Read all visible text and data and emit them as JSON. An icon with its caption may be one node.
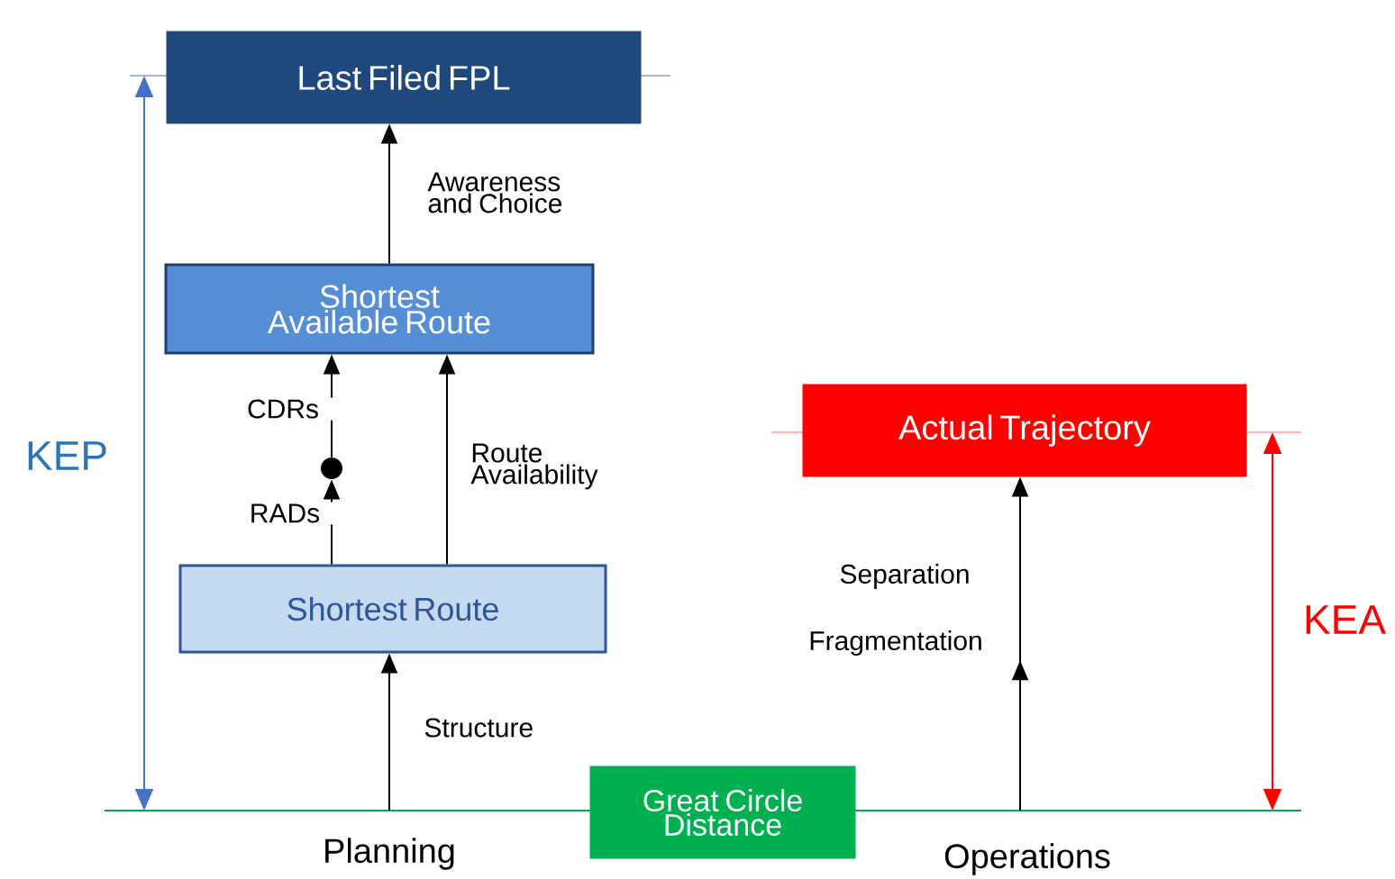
{
  "diagram": {
    "nodes": [
      {
        "text": [
          "Last Filed FPL"
        ]
      },
      {
        "text": [
          "Shortest Available Route"
        ]
      },
      {
        "text": [
          "Shortest Route"
        ]
      },
      {
        "text": [
          "Actual Trajectory"
        ]
      },
      {
        "text": [
          "Great Circle Distance"
        ]
      },
      {
        "text": [],
        "shape": "circle"
      }
    ],
    "edges": [
      {
        "from": 1,
        "to": 0,
        "arrow": "to",
        "label": "Awareness and Choice"
      },
      {
        "from": 2,
        "to": 5,
        "arrow": "to",
        "label": "RADs"
      },
      {
        "from": 5,
        "to": 1,
        "arrow": "to",
        "label": "CDRs"
      },
      {
        "from": 2,
        "to": 1,
        "arrow": "to",
        "label": "Route Availability"
      },
      {
        "from": null,
        "to": 2,
        "arrow": "to",
        "label": "Structure"
      },
      {
        "from": null,
        "to": 3,
        "arrow": "to",
        "label": "Separation"
      }
    ],
    "labels": [
      "KEP",
      "Fragmentation",
      "KEA",
      "Planning",
      "Operations"
    ]
  }
}
